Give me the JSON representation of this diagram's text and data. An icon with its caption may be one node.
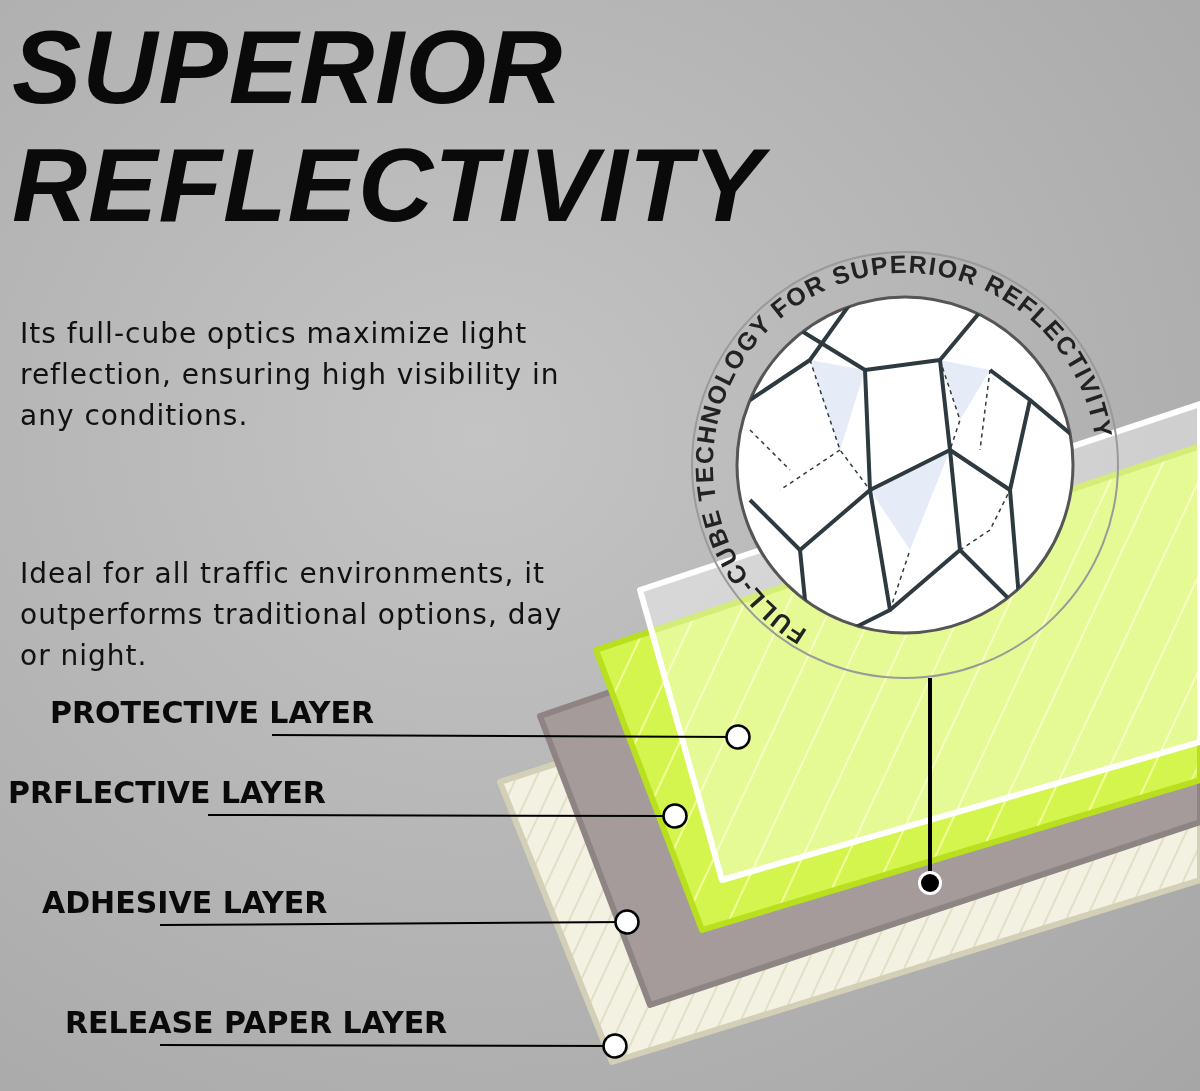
{
  "diagram": {
    "title": "SUPERIOR REFLECTIVITY",
    "nodes": [
      {
        "text": [
          "PROTECTIVE LAYER"
        ]
      },
      {
        "text": [
          "PRFLECTIVE LAYER"
        ]
      },
      {
        "text": [
          "ADHESIVE LAYER"
        ]
      },
      {
        "text": [
          "RELEASE PAPER LAYER"
        ]
      },
      {
        "text": [],
        "shape": "box"
      },
      {
        "text": [],
        "shape": "box"
      },
      {
        "text": [],
        "shape": "box"
      },
      {
        "text": [],
        "shape": "box"
      },
      {
        "text": [
          "FULL-CUBE TECHNOLOGY FOR SUPERIOR REFLECTIVITY"
        ]
      }
    ],
    "edges": [
      {
        "from": 0,
        "to": 4,
        "arrow": "other"
      },
      {
        "from": 1,
        "to": 5,
        "arrow": "other"
      },
      {
        "from": 2,
        "to": 6,
        "arrow": "other"
      },
      {
        "from": 3,
        "to": 7,
        "arrow": "other"
      },
      {
        "from": 8,
        "to": 5,
        "arrow": "other",
        "style": "thick"
      }
    ],
    "labels": [
      "Its full-cube optics maximize light reflection, ensuring high visibility in any conditions.",
      "Ideal for all traffic environments, it outperforms traditional options, day or night."
    ]
  }
}
